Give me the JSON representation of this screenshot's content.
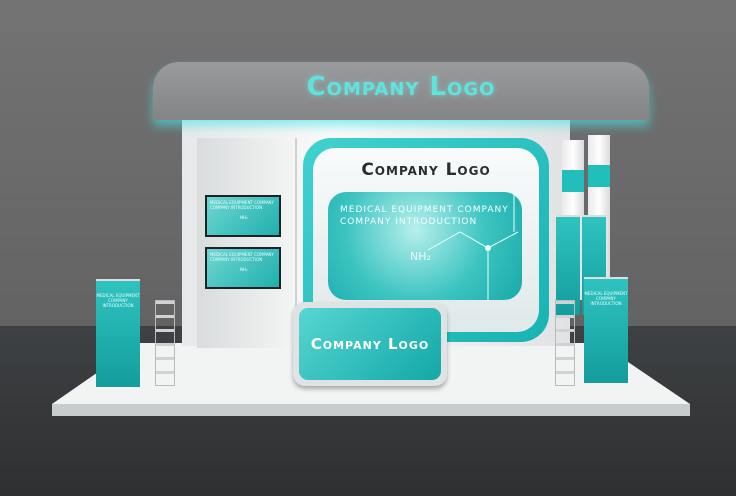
{
  "canopy": {
    "logo": "Company Logo"
  },
  "back_panel": {
    "logo": "Company Logo"
  },
  "main_screen": {
    "line1": "MEDICAL EQUIPMENT COMPANY",
    "line2": "COMPANY INTRODUCTION",
    "formula": "NH₂"
  },
  "tvs": [
    {
      "line1": "MEDICAL EQUIPMENT COMPANY",
      "line2": "COMPANY INTRODUCTION",
      "formula": "NH₂"
    },
    {
      "line1": "MEDICAL EQUIPMENT COMPANY",
      "line2": "COMPANY INTRODUCTION",
      "formula": "NH₂"
    }
  ],
  "counter": {
    "logo": "Company Logo"
  },
  "banners": {
    "text": "MEDICAL EQUIPMENT COMPANY INTRODUCTION"
  },
  "colors": {
    "accent": "#1fb5b3",
    "wall": "#6c6c6d",
    "floor": "#35383a"
  }
}
